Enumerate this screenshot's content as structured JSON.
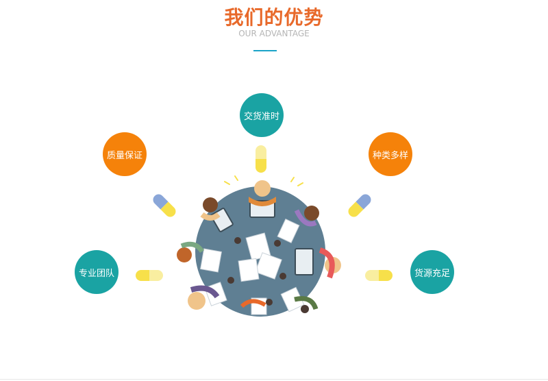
{
  "header": {
    "title": "我们的优势",
    "subtitle": "OUR ADVANTAGE"
  },
  "advantages": [
    {
      "label": "交货准时",
      "color": "#1aa3a3"
    },
    {
      "label": "质量保证",
      "color": "#f5820a"
    },
    {
      "label": "种类多样",
      "color": "#f5820a"
    },
    {
      "label": "专业团队",
      "color": "#1aa3a3"
    },
    {
      "label": "货源充足",
      "color": "#1aa3a3"
    }
  ],
  "colors": {
    "title": "#e8692a",
    "subtitle": "#b5b5b5",
    "accent_rule": "#1aa3c8",
    "pill_yellow": "#f7e04a",
    "pill_cream": "#f9eea0",
    "pill_blue": "#8aa6d8",
    "table": "#5f7f93",
    "paper": "#ffffff"
  },
  "illustration": {
    "name": "team-meeting-illustration"
  }
}
